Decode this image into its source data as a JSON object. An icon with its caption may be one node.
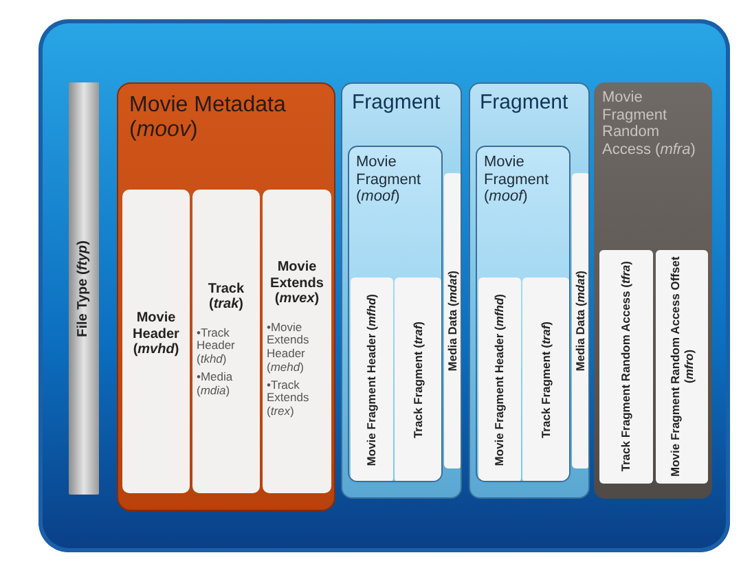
{
  "diagram": {
    "nodes": [
      {
        "text": [],
        "shape": "box"
      },
      {
        "text": [
          "File Type (*ftyp*)"
        ],
        "in": 0
      },
      {
        "text": [
          "Movie Metadata (*moov*)"
        ],
        "in": 0
      },
      {
        "text": [
          "Movie Header (*mvhd*)"
        ],
        "in": 2
      },
      {
        "text": [
          "Track (*trak*)",
          "•Track Header (*tkhd*)",
          "•Media (*mdia*)"
        ],
        "in": 2
      },
      {
        "text": [
          "Movie Extends (*mvex*)",
          "•Movie Extends Header (*mehd*)",
          "•Track Extends (*trex*)"
        ],
        "in": 2
      },
      {
        "text": [
          "Fragment"
        ],
        "in": 0
      },
      {
        "text": [
          "Movie Fragment (*moof*)"
        ],
        "in": 6
      },
      {
        "text": [
          "Movie Fragment Header (*mfhd*)"
        ],
        "in": 7
      },
      {
        "text": [
          "Track Fragment (*traf*)"
        ],
        "in": 7
      },
      {
        "text": [
          "Media Data (*mdat*)"
        ],
        "in": 6
      },
      {
        "text": [
          "Fragment"
        ],
        "in": 0
      },
      {
        "text": [
          "Movie Fragment (*moof*)"
        ],
        "in": 11
      },
      {
        "text": [
          "Movie Fragment Header (*mfhd*)"
        ],
        "in": 12
      },
      {
        "text": [
          "Track Fragment (*traf*)"
        ],
        "in": 12
      },
      {
        "text": [
          "Media Data (*mdat*)"
        ],
        "in": 11
      },
      {
        "text": [
          "Movie Fragment Random Access (*mfra*)"
        ],
        "in": 0
      },
      {
        "text": [
          "Track Fragment Random Access (*tfra*)"
        ],
        "in": 16
      },
      {
        "text": [
          "Movie Fragment Random Access Offset (*mfro*)"
        ],
        "in": 16
      }
    ],
    "edges": []
  }
}
